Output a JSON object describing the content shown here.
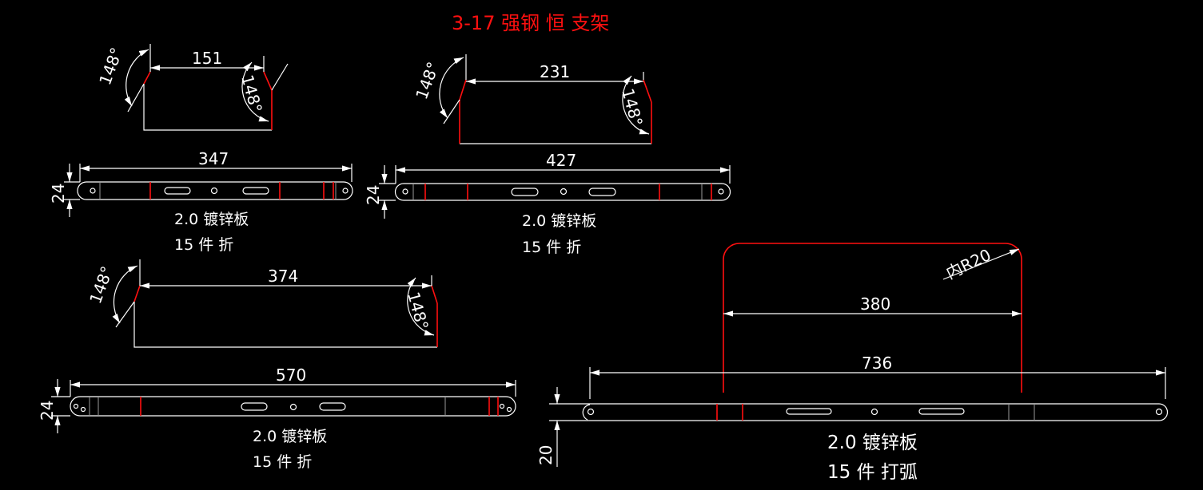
{
  "title": "3-17 强钢 恒 支架",
  "parts": [
    {
      "bend_length": "151",
      "angle_left": "148°",
      "angle_right": "148°",
      "strip_length": "347",
      "width": "24",
      "material": "2.0 镀锌板",
      "qty": "15 件 折"
    },
    {
      "bend_length": "231",
      "angle_left": "148°",
      "angle_right": "148°",
      "strip_length": "427",
      "width": "24",
      "material": "2.0 镀锌板",
      "qty": "15 件 折"
    },
    {
      "bend_length": "374",
      "angle_left": "148°",
      "angle_right": "148°",
      "strip_length": "570",
      "width": "24",
      "material": "2.0 镀锌板",
      "qty": "15 件 折"
    },
    {
      "bend_length": "380",
      "radius": "内R20",
      "strip_length": "736",
      "width": "20",
      "material": "2.0 镀锌板",
      "qty": "15 件 打弧"
    }
  ],
  "colors": {
    "background": "#000000",
    "line": "#ffffff",
    "bend": "#ff1010"
  }
}
